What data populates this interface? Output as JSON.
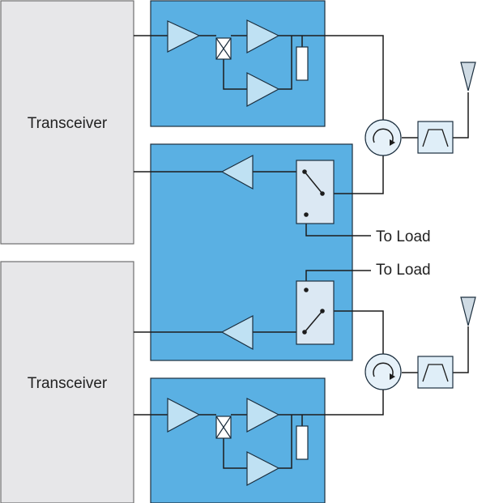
{
  "colors": {
    "background": "#ffffff",
    "transceiver_fill": "#e7e7e9",
    "transceiver_stroke": "#6f6f6f",
    "module_fill": "#5ab0e3",
    "module_stroke": "#1b2e3e",
    "amp_fill": "#bfe1f3",
    "switch_fill": "#dbe8f3",
    "wire": "#1c1c1c",
    "circulator_fill": "#e6f1f9",
    "filter_fill": "#dfeef8",
    "antenna_fill": "#cfdbe4"
  },
  "transceivers": [
    {
      "label": "Transceiver"
    },
    {
      "label": "Transceiver"
    }
  ],
  "load_labels": [
    {
      "text": "To Load"
    },
    {
      "text": "To Load"
    }
  ],
  "icons": [
    "power-amplifier-icon",
    "coupler-icon",
    "termination-resistor-icon",
    "circulator-icon",
    "bandpass-filter-icon",
    "antenna-icon",
    "switch-icon"
  ]
}
